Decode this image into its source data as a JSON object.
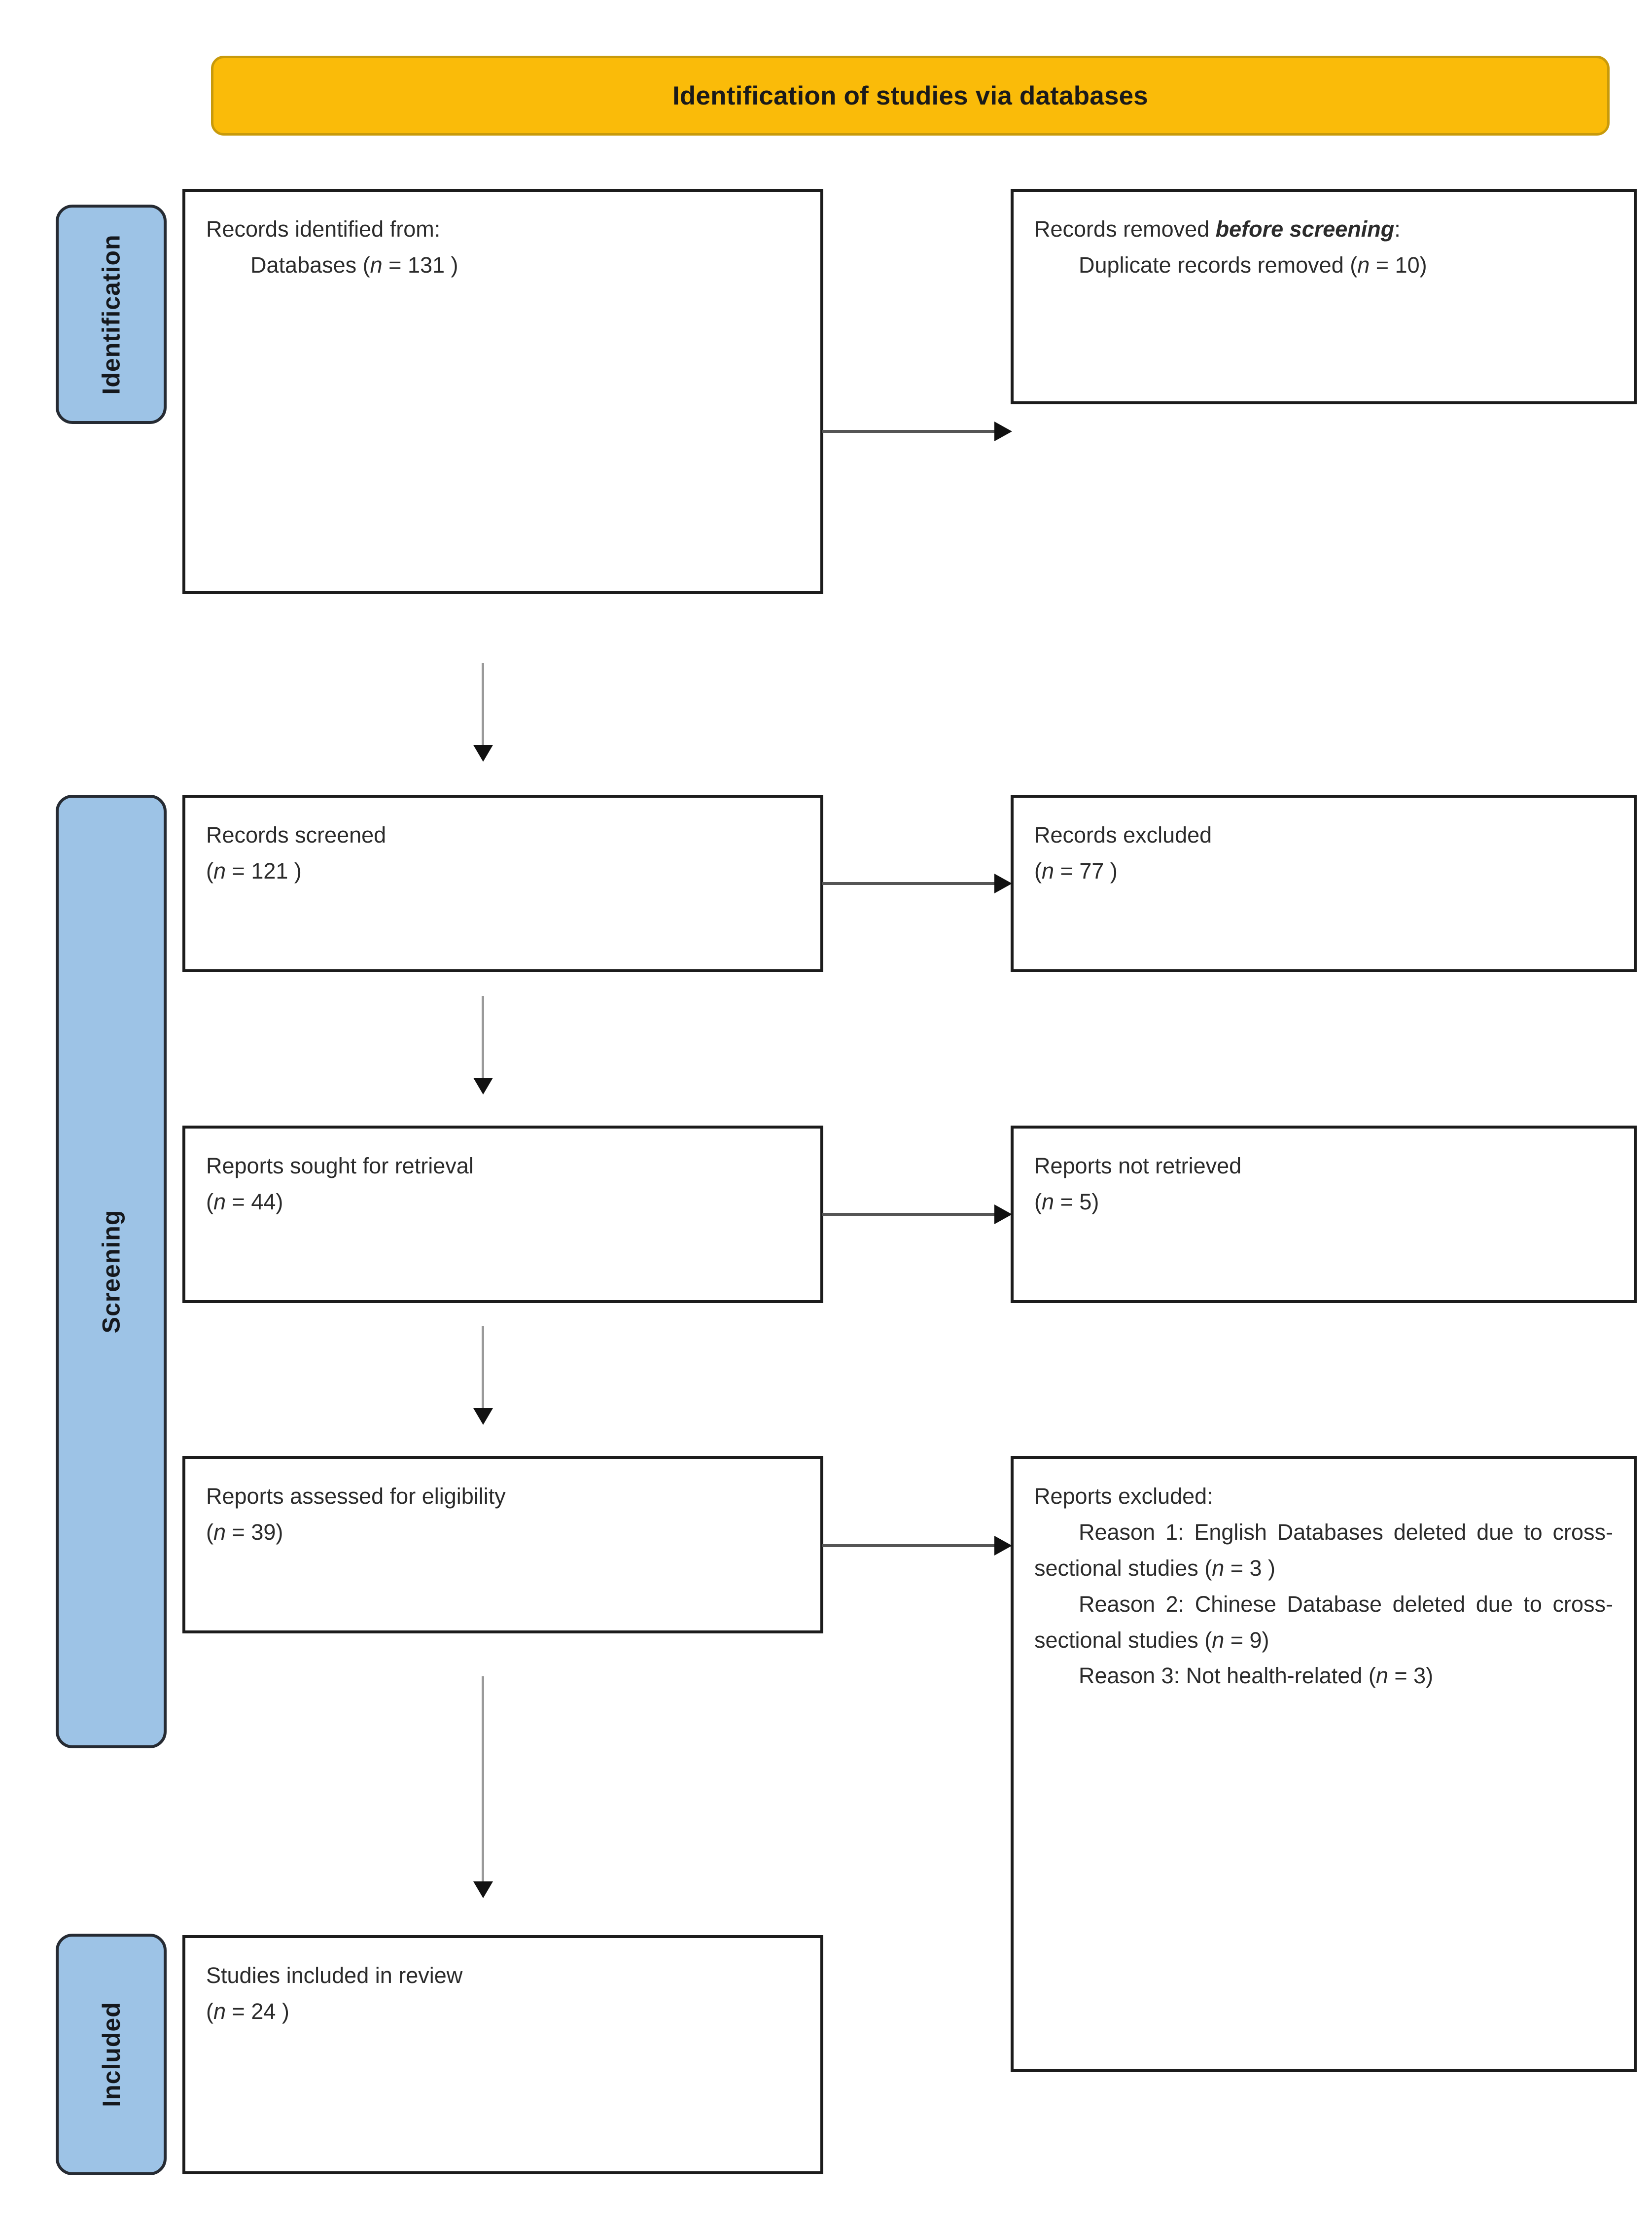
{
  "banner": {
    "title": "Identification of studies via databases"
  },
  "colors": {
    "banner_fill": "#FABB09",
    "banner_border": "#C89A0B",
    "stage_fill": "#9DC3E6",
    "stage_border": "#262b33",
    "box_border": "#1c1c1c",
    "text": "#2b2b2b",
    "arrow_head": "#111111",
    "arrow_shaft_vertical": "#9a9a9a",
    "arrow_shaft_horizontal": "#555555"
  },
  "stages": [
    {
      "id": "identification",
      "label": "Identification"
    },
    {
      "id": "screening",
      "label": "Screening"
    },
    {
      "id": "included",
      "label": "Included"
    }
  ],
  "boxes": {
    "identified": {
      "line1": "Records identified from:",
      "line2_prefix": "Databases (",
      "line2_italic": "n",
      "line2_suffix": " = 131 )"
    },
    "removed": {
      "line1_prefix": "Records removed ",
      "line1_bolditalic": "before screening",
      "line1_suffix": ":",
      "line2_prefix": "Duplicate records removed (",
      "line2_italic": "n",
      "line2_suffix": " = 10)"
    },
    "screened": {
      "line1": "Records screened",
      "line2_prefix": "(",
      "line2_italic": "n",
      "line2_suffix": " = 121 )"
    },
    "records_excluded": {
      "line1": "Records excluded",
      "line2_prefix": "(",
      "line2_italic": "n",
      "line2_suffix": " = 77 )"
    },
    "sought": {
      "line1": "Reports sought for retrieval",
      "line2_prefix": "(",
      "line2_italic": "n",
      "line2_suffix": " = 44)"
    },
    "not_retrieved": {
      "line1": "Reports not retrieved",
      "line2_prefix": "(",
      "line2_italic": "n",
      "line2_suffix": " = 5)"
    },
    "assessed": {
      "line1": "Reports assessed for eligibility",
      "line2_prefix": "(",
      "line2_italic": "n",
      "line2_suffix": " = 39)"
    },
    "reports_excluded": {
      "heading": "Reports excluded:",
      "reason1_prefix": "Reason 1: English Databases deleted due to cross-sectional studies (",
      "reason1_italic": "n",
      "reason1_suffix": " = 3 )",
      "reason2_prefix": "Reason 2: Chinese Database deleted due to cross-sectional studies (",
      "reason2_italic": "n",
      "reason2_suffix": " = 9)",
      "reason3_prefix": "Reason 3: Not health-related (",
      "reason3_italic": "n",
      "reason3_suffix": " = 3)"
    },
    "included": {
      "line1": "Studies included in review",
      "line2_prefix": "(",
      "line2_italic": "n",
      "line2_suffix": " = 24 )"
    }
  },
  "flow": {
    "counts": {
      "databases_identified": 131,
      "duplicates_removed": 10,
      "records_screened": 121,
      "records_excluded": 77,
      "reports_sought": 44,
      "reports_not_retrieved": 5,
      "reports_assessed": 39,
      "excluded_reason1_english_cross_sectional": 3,
      "excluded_reason2_chinese_cross_sectional": 9,
      "excluded_reason3_not_health_related": 3,
      "studies_included": 24
    }
  }
}
